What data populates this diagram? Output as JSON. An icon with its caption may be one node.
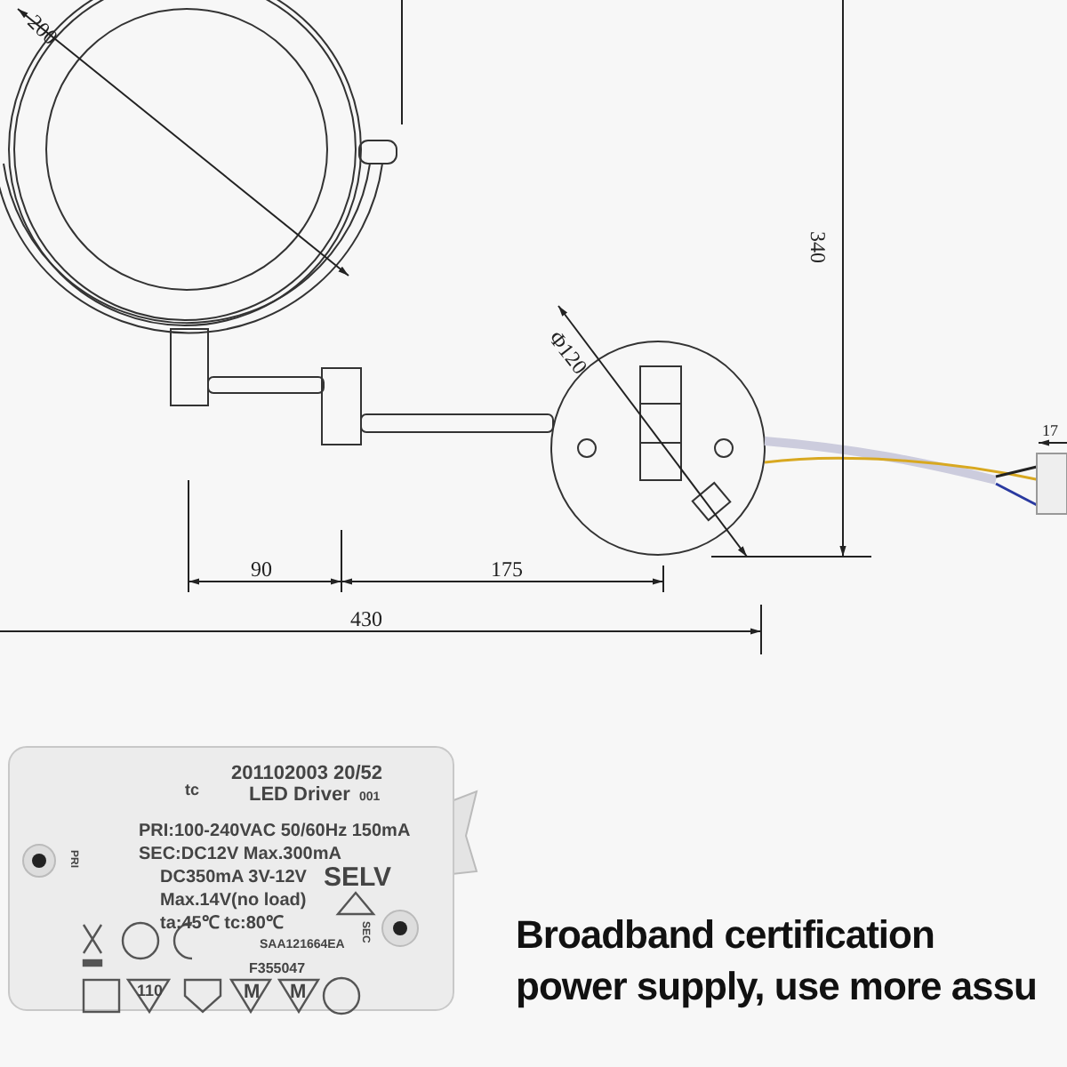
{
  "diagram": {
    "labels": [
      "200",
      "340",
      "Φ120",
      "90",
      "175",
      "430",
      "17",
      "201102003 20/52",
      "tc",
      "LED Driver",
      "001",
      "PRI",
      "PRI:100-240VAC 50/60Hz 150mA",
      "SEC:DC12V Max.300mA",
      "DC350mA 3V-12V",
      "SELV",
      "Max.14V(no load)",
      "ta:45℃ tc:80℃",
      "SAA121664EA",
      "SEC",
      "F355047",
      "110",
      "M",
      "M",
      "Broadband certification power supply, use more assu"
    ]
  }
}
